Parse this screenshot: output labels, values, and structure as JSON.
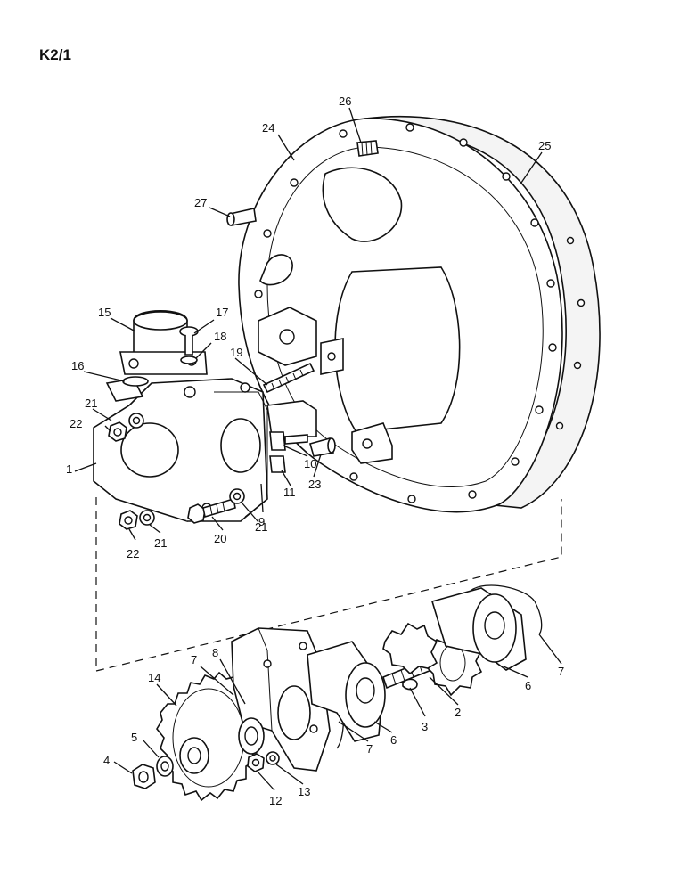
{
  "page_code": "K2/1",
  "callouts": [
    {
      "id": "c26a",
      "text": "26"
    },
    {
      "id": "c24",
      "text": "24"
    },
    {
      "id": "c25",
      "text": "25"
    },
    {
      "id": "c27",
      "text": "27"
    },
    {
      "id": "c15",
      "text": "15"
    },
    {
      "id": "c17",
      "text": "17"
    },
    {
      "id": "c18",
      "text": "18"
    },
    {
      "id": "c19",
      "text": "19"
    },
    {
      "id": "c16",
      "text": "16"
    },
    {
      "id": "c21a",
      "text": "21"
    },
    {
      "id": "c22a",
      "text": "22"
    },
    {
      "id": "c1",
      "text": "1"
    },
    {
      "id": "c10",
      "text": "10"
    },
    {
      "id": "c11",
      "text": "11"
    },
    {
      "id": "c23",
      "text": "23"
    },
    {
      "id": "c9",
      "text": "9"
    },
    {
      "id": "c21b",
      "text": "21"
    },
    {
      "id": "c20",
      "text": "20"
    },
    {
      "id": "c21c",
      "text": "21"
    },
    {
      "id": "c22b",
      "text": "22"
    },
    {
      "id": "c7a",
      "text": "7"
    },
    {
      "id": "c8",
      "text": "8"
    },
    {
      "id": "c14",
      "text": "14"
    },
    {
      "id": "c5",
      "text": "5"
    },
    {
      "id": "c4",
      "text": "4"
    },
    {
      "id": "c12",
      "text": "12"
    },
    {
      "id": "c13",
      "text": "13"
    },
    {
      "id": "c7b",
      "text": "7"
    },
    {
      "id": "c6a",
      "text": "6"
    },
    {
      "id": "c3",
      "text": "3"
    },
    {
      "id": "c2",
      "text": "2"
    },
    {
      "id": "c6b",
      "text": "6"
    },
    {
      "id": "c7c",
      "text": "7"
    }
  ]
}
